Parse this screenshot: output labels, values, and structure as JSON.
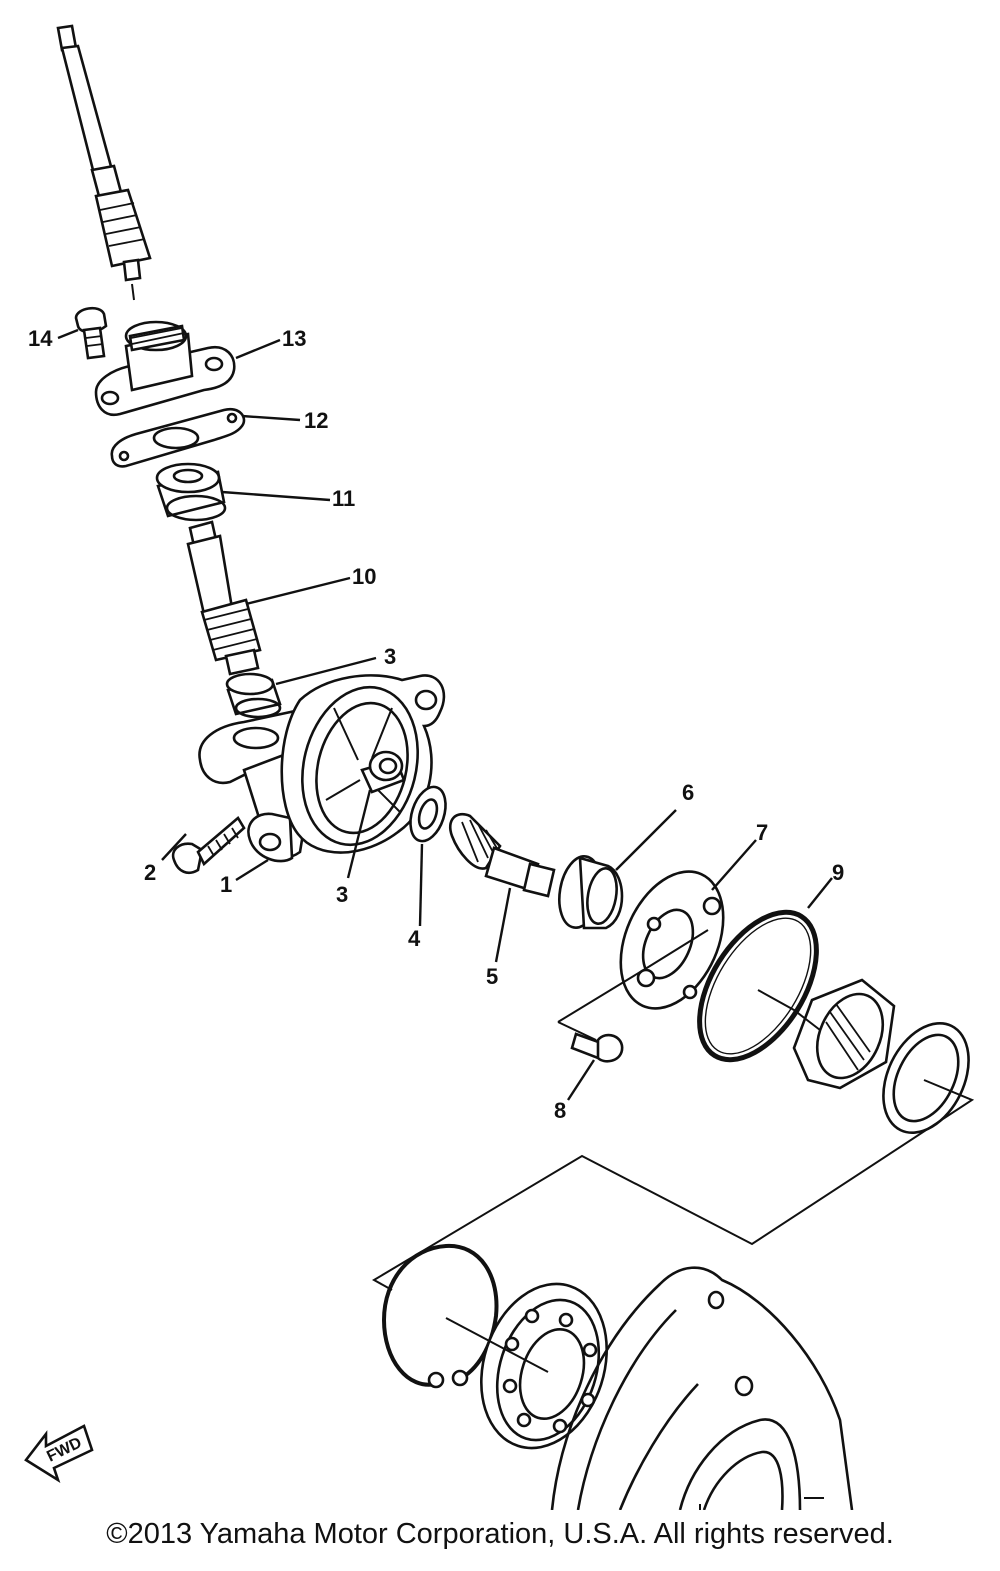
{
  "diagram": {
    "callouts": [
      {
        "id": "label-1",
        "text": "1"
      },
      {
        "id": "label-2",
        "text": "2"
      },
      {
        "id": "label-3a",
        "text": "3"
      },
      {
        "id": "label-3b",
        "text": "3"
      },
      {
        "id": "label-4",
        "text": "4"
      },
      {
        "id": "label-5",
        "text": "5"
      },
      {
        "id": "label-6",
        "text": "6"
      },
      {
        "id": "label-7",
        "text": "7"
      },
      {
        "id": "label-8",
        "text": "8"
      },
      {
        "id": "label-9",
        "text": "9"
      },
      {
        "id": "label-10",
        "text": "10"
      },
      {
        "id": "label-11",
        "text": "11"
      },
      {
        "id": "label-12",
        "text": "12"
      },
      {
        "id": "label-13",
        "text": "13"
      },
      {
        "id": "label-14",
        "text": "14"
      }
    ],
    "fwd_arrow_text": "FWD"
  },
  "footer": {
    "copyright": "©2013 Yamaha Motor Corporation, U.S.A. All rights reserved."
  }
}
